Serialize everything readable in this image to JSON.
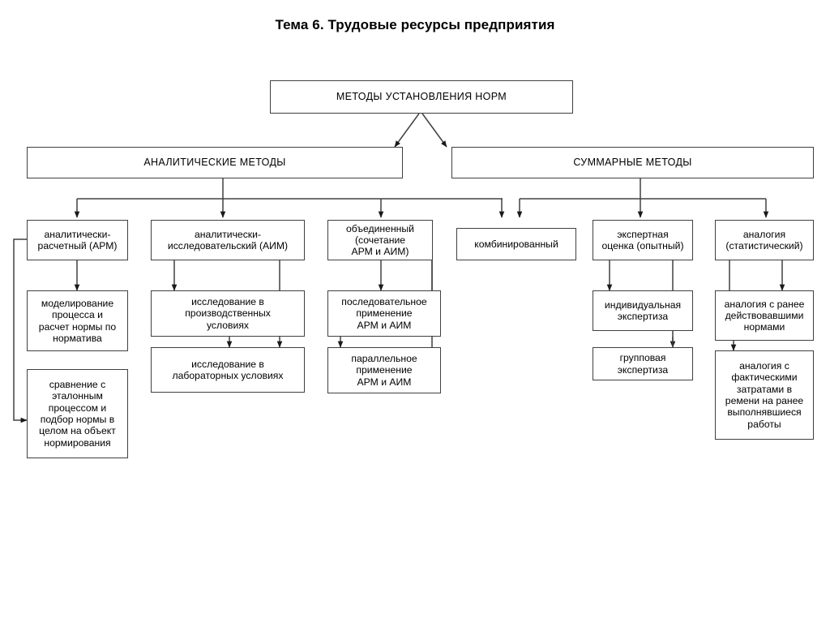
{
  "page": {
    "title": "Тема 6. Трудовые ресурсы предприятия",
    "background_color": "#ffffff",
    "line_color": "#404040",
    "text_color": "#000000"
  },
  "diagram": {
    "type": "hierarchy-flowchart",
    "nodes": {
      "root": "МЕТОДЫ УСТАНОВЛЕНИЯ НОРМ",
      "analytical": "АНАЛИТИЧЕСКИЕ МЕТОДЫ",
      "summary": "СУММАРНЫЕ МЕТОДЫ",
      "arm": "аналитически-\nрасчетный (АРМ)",
      "aim": "аналитически-\nисследовательский (АИМ)",
      "combined_arm_aim": "объединенный\n(сочетание\nАРМ и АИМ)",
      "combined": "комбинированный",
      "expert": "экспертная\nоценка (опытный)",
      "analogy": "аналогия\n(статистический)",
      "modeling": "моделирование\nпроцесса и\nрасчет нормы по\nнорматива",
      "comparison": "сравнение с\nэталонным\nпроцессом и\nподбор нормы в\nцелом на объект\nнормирования",
      "research_production": "исследование в\nпроизводственных\nусловиях",
      "research_lab": "исследование в\nлабораторных условиях",
      "sequential": "последовательное\nприменение\nАРМ и АИМ",
      "parallel": "параллельное\nприменение\nАРМ и АИМ",
      "individual_expertise": "индивидуальная\nэкспертиза",
      "group_expertise": "групповая\nэкспертиза",
      "analogy_previous_norms": "аналогия с ранее\nдействовавшими\nнормами",
      "analogy_actual_costs": "аналогия с\nфактическими\nзатратами в\nремени на ранее\nвыполнявшиеся\nработы"
    }
  }
}
